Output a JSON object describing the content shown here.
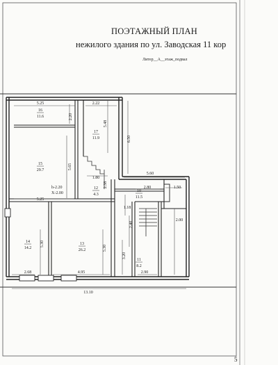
{
  "header": {
    "title": "ПОЭТАЖНЫЙ ПЛАН",
    "subtitle": "нежилого здания по ул. Заводская 11 кор",
    "caption": "Литер__А__этаж_подвал"
  },
  "rooms": [
    {
      "number": "16",
      "area": "11.6"
    },
    {
      "number": "17",
      "area": "11.9"
    },
    {
      "number": "15",
      "area": "29.7"
    },
    {
      "number": "12",
      "area": "4.3"
    },
    {
      "number": "10",
      "area": "11.5"
    },
    {
      "number": "14",
      "area": "14.2"
    },
    {
      "number": "13",
      "area": "26.2"
    },
    {
      "number": "11",
      "area": "8.2"
    }
  ],
  "dimensions": {
    "d525top": "5.25",
    "d220": "2.20",
    "d222": "2.22",
    "d548": "5.48",
    "d650": "6.50",
    "d565": "5.65",
    "d180": "1.80",
    "d238": "2.38",
    "d560": "5.60",
    "d280": "2.80",
    "d150": "1.50",
    "d525mid": "5.25",
    "d118": "1.18",
    "d240": "2.40",
    "d200": "2.00",
    "d530a": "5.30",
    "d530b": "5.30",
    "d320": "3.20",
    "d268": "2.68",
    "d495": "4.95",
    "d290": "2.90",
    "d1310": "13.10"
  },
  "notes": {
    "height_h": "h-2.20",
    "height_x": "X-2.00"
  },
  "page_number": "5"
}
